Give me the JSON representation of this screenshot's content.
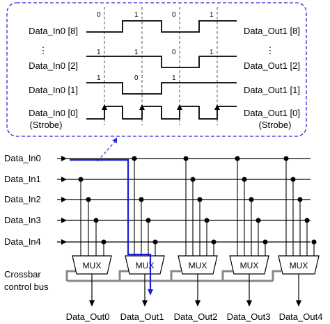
{
  "colors": {
    "wire": "#000000",
    "highlight": "#1a1adc",
    "bus": "#888888",
    "callout": "#2b2bd6"
  },
  "timing": {
    "left_labels": [
      "Data_In0 [8]",
      "Data_In0 [2]",
      "Data_In0 [1]",
      "Data_In0 [0]",
      "(Strobe)"
    ],
    "right_labels": [
      "Data_Out1 [8]",
      "Data_Out1 [2]",
      "Data_Out1 [1]",
      "Data_Out1 [0]",
      "(Strobe)"
    ],
    "bits_row8": [
      "0",
      "1",
      "0",
      "1"
    ],
    "bits_row2": [
      "1",
      "1",
      "0",
      "1"
    ],
    "bits_row1": [
      "1",
      "0",
      "1"
    ],
    "ellipsis": "⋮"
  },
  "crossbar": {
    "inputs": [
      "Data_In0",
      "Data_In1",
      "Data_In2",
      "Data_In3",
      "Data_In4"
    ],
    "outputs": [
      "Data_Out0",
      "Data_Out1",
      "Data_Out2",
      "Data_Out3",
      "Data_Out4"
    ],
    "mux_label": "MUX",
    "bus_label_line1": "Crossbar",
    "bus_label_line2": "control bus"
  }
}
